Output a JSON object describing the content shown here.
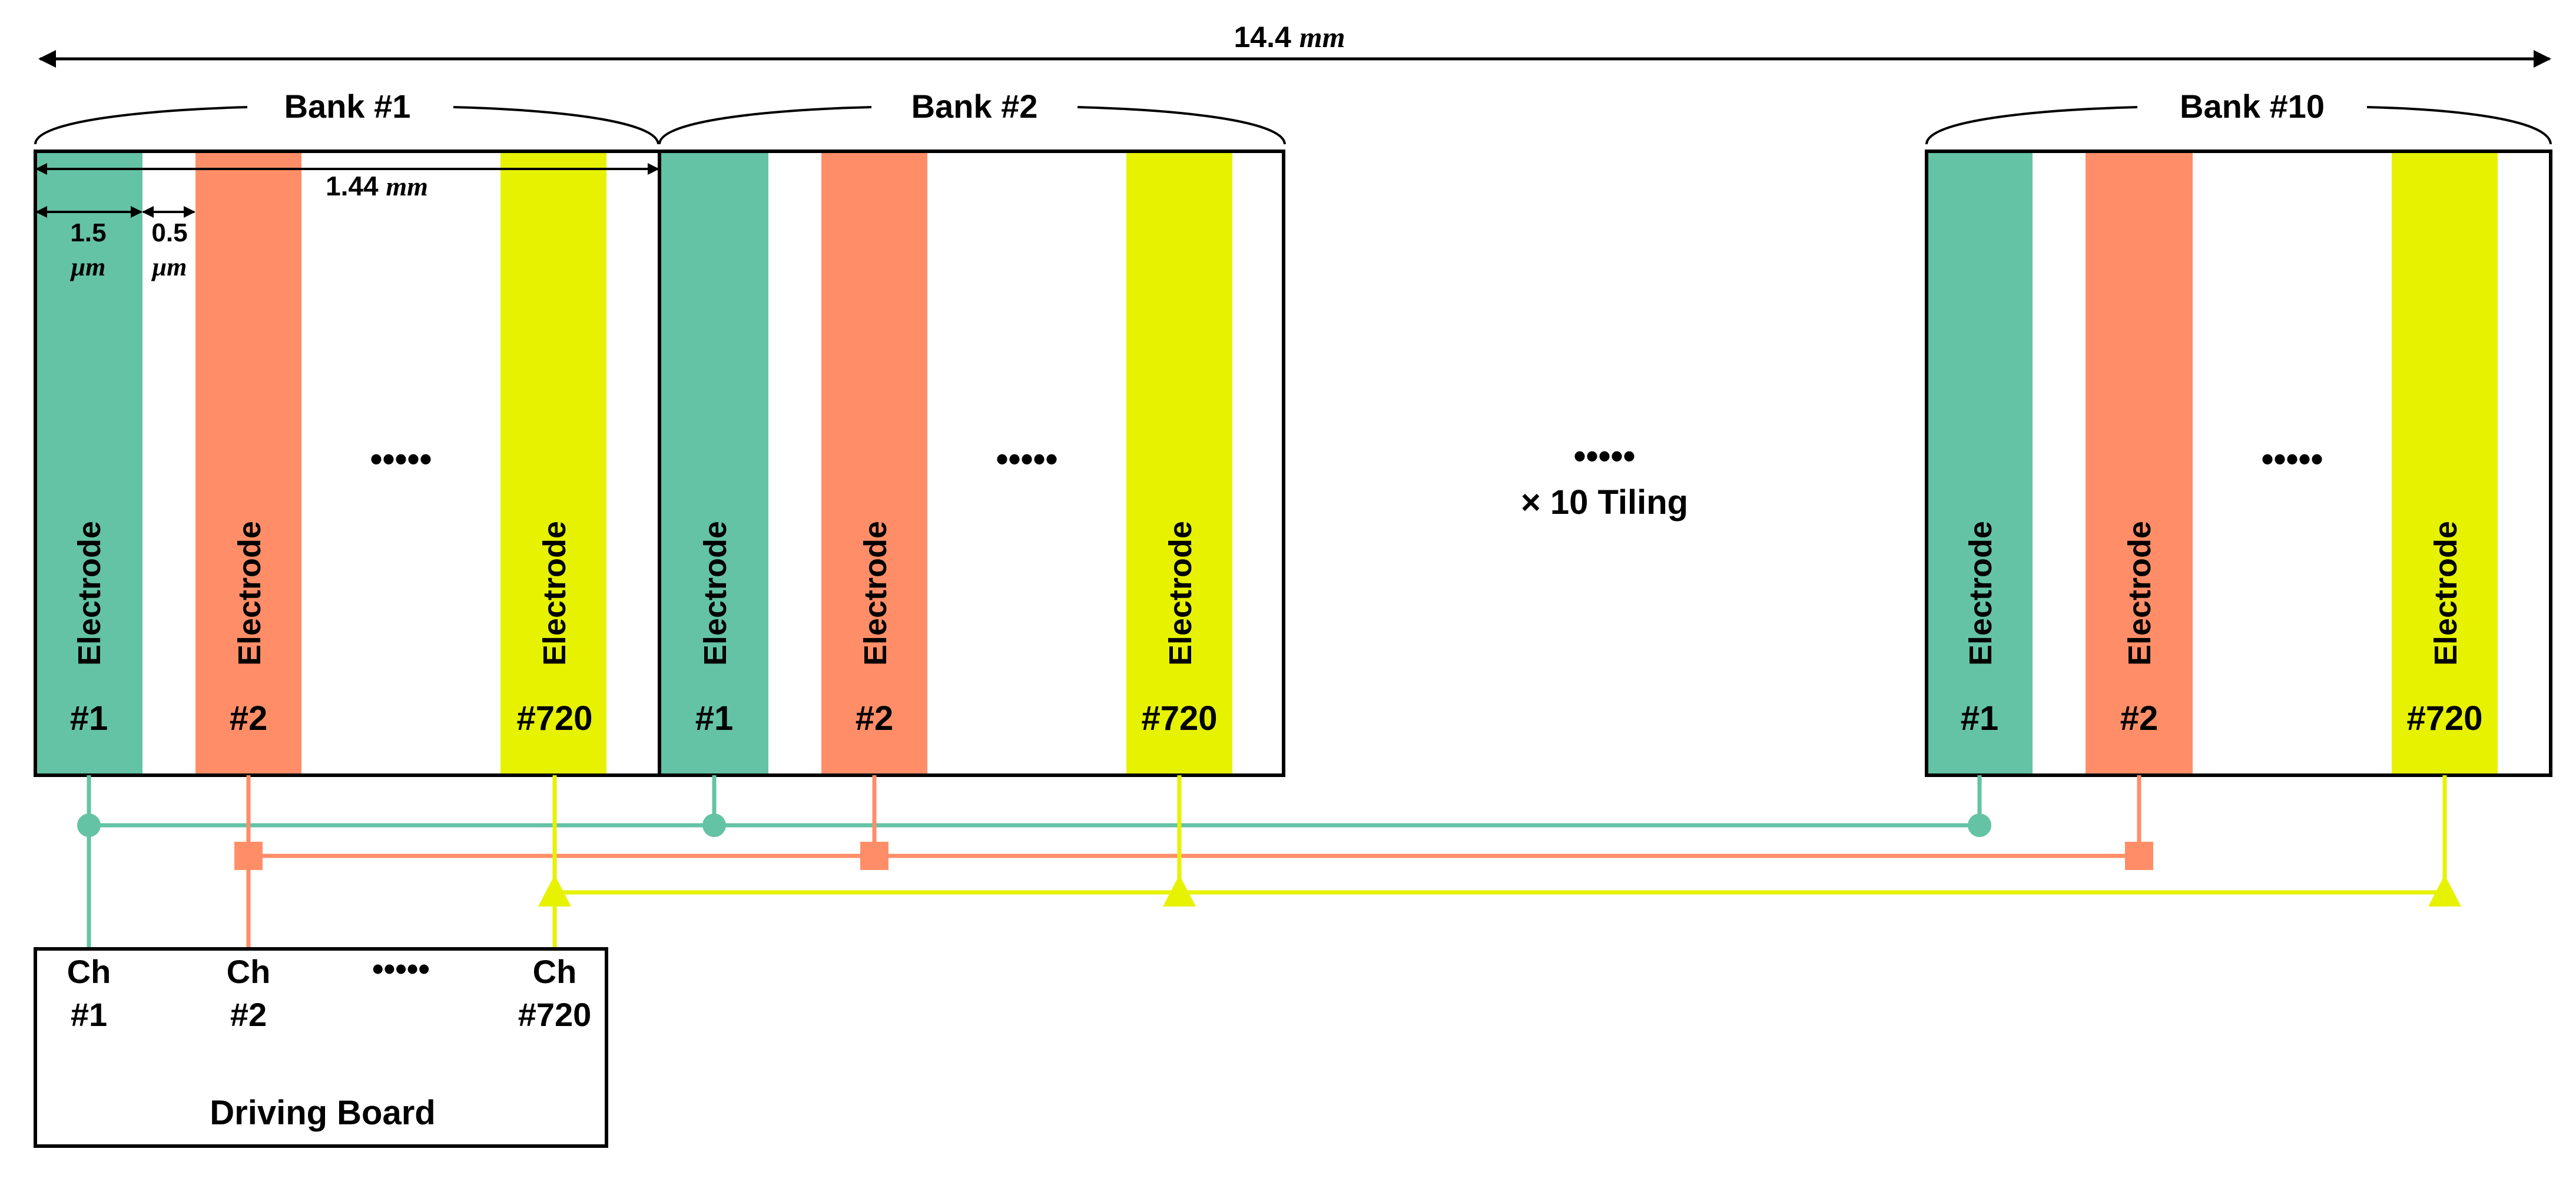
{
  "title_dimension": "14.4",
  "unit_mm": "mm",
  "unit_um": "μm",
  "bank_width": "1.44",
  "electrode_width": "1.5",
  "gap_width": "0.5",
  "banks": [
    {
      "label": "Bank #1"
    },
    {
      "label": "Bank #2"
    },
    {
      "label": "Bank #10"
    }
  ],
  "electrode_word": "Electrode",
  "electrode_numbers": [
    "#1",
    "#2",
    "#720"
  ],
  "ellipsis": "•••••",
  "tiling_ellipsis": "•••••",
  "tiling_label": "× 10 Tiling",
  "channel_word": "Ch",
  "channel_numbers": [
    "#1",
    "#2",
    "#720"
  ],
  "board_label": "Driving Board",
  "colors": {
    "electrode_1": "#64C3A4",
    "electrode_2": "#FF8E68",
    "electrode_720": "#E6F200",
    "line": "#000000"
  }
}
